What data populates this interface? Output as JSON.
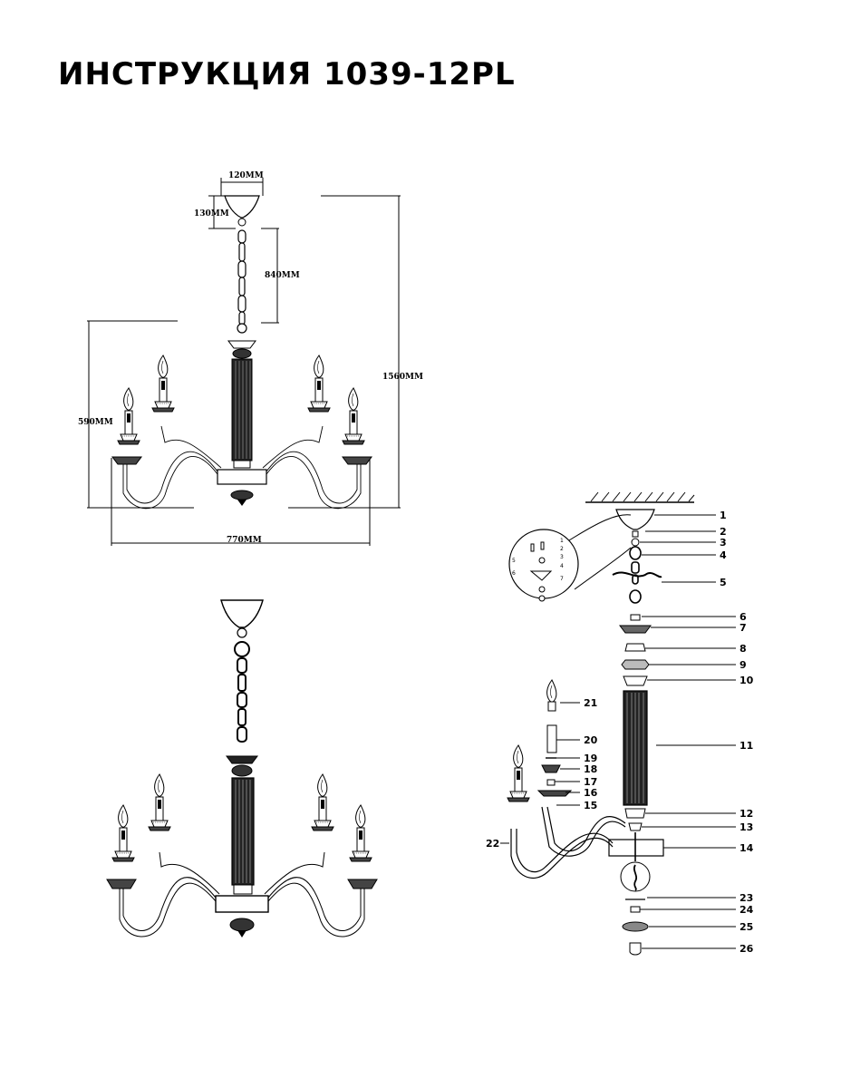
{
  "title": "ИНСТРУКЦИЯ 1039-12PL",
  "dimensions": {
    "canopy_width": "120MM",
    "canopy_height": "130MM",
    "chain_length": "840MM",
    "total_height": "1560MM",
    "body_height": "590MM",
    "diameter": "770MM"
  },
  "callouts": [
    "1",
    "2",
    "3",
    "4",
    "5",
    "6",
    "7",
    "8",
    "9",
    "10",
    "11",
    "12",
    "13",
    "14",
    "15",
    "16",
    "17",
    "18",
    "19",
    "20",
    "21",
    "22",
    "23",
    "24",
    "25",
    "26"
  ],
  "inset_labels": [
    "1",
    "2",
    "3",
    "4",
    "5",
    "6",
    "7"
  ]
}
